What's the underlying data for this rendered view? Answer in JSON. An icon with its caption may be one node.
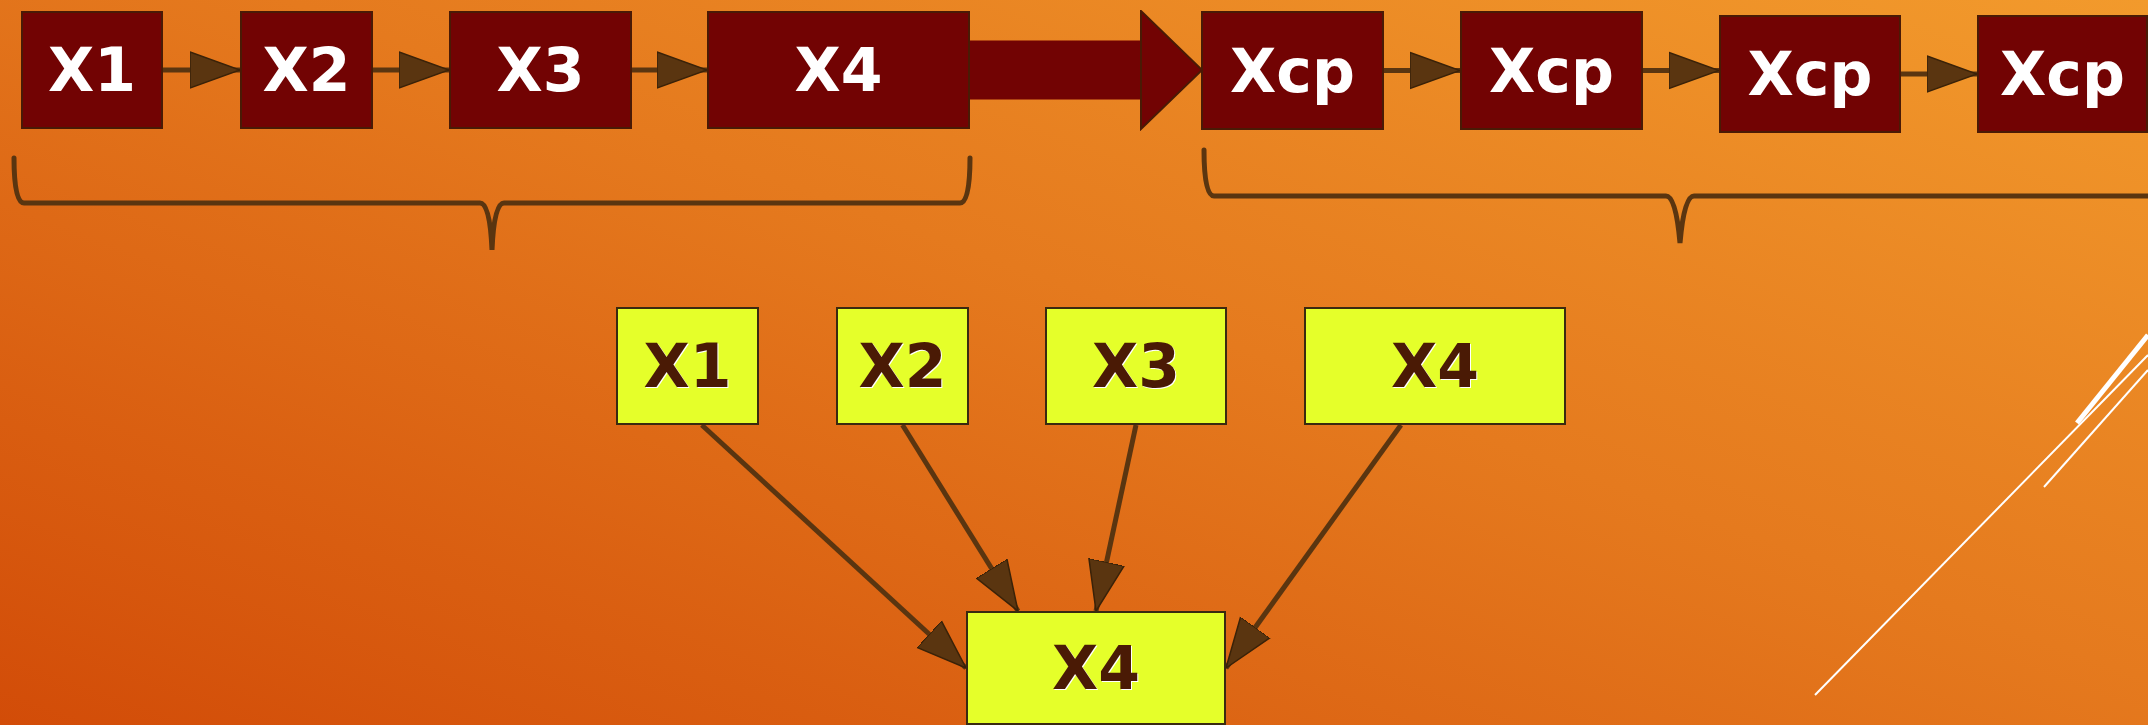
{
  "diagram": {
    "nodes": [
      {
        "text": [
          "X1"
        ]
      },
      {
        "text": [
          "X2"
        ]
      },
      {
        "text": [
          "X3"
        ]
      },
      {
        "text": [
          "X4"
        ]
      },
      {
        "text": [
          "Xcp"
        ]
      },
      {
        "text": [
          "Xcp"
        ]
      },
      {
        "text": [
          "Xcp"
        ]
      },
      {
        "text": [
          "Xcp"
        ]
      },
      {
        "text": [
          "X1"
        ]
      },
      {
        "text": [
          "X2"
        ]
      },
      {
        "text": [
          "X3"
        ]
      },
      {
        "text": [
          "X4"
        ]
      },
      {
        "text": [
          "X4"
        ]
      }
    ],
    "edges": [
      {
        "from": 0,
        "to": 1,
        "arrow": "to"
      },
      {
        "from": 1,
        "to": 2,
        "arrow": "to"
      },
      {
        "from": 2,
        "to": 3,
        "arrow": "to"
      },
      {
        "from": 3,
        "to": 4,
        "arrow": "to",
        "style": "thick",
        "color": "#720303"
      },
      {
        "from": 4,
        "to": 5,
        "arrow": "to"
      },
      {
        "from": 5,
        "to": 6,
        "arrow": "to"
      },
      {
        "from": 6,
        "to": 7,
        "arrow": "to"
      },
      {
        "from": 8,
        "to": 12,
        "arrow": "to"
      },
      {
        "from": 9,
        "to": 12,
        "arrow": "to"
      },
      {
        "from": 10,
        "to": 12,
        "arrow": "to"
      },
      {
        "from": 11,
        "to": 12,
        "arrow": "to"
      }
    ]
  }
}
